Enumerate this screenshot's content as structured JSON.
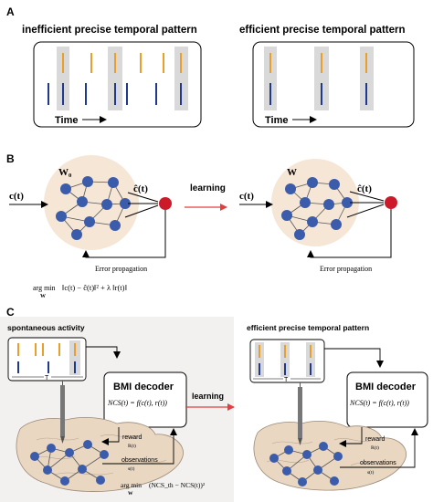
{
  "panels": {
    "a": {
      "letter": "A",
      "left_title": "inefficient precise temporal pattern",
      "right_title": "efficient precise temporal pattern",
      "time_label_left": "Time",
      "time_label_right": "Time"
    },
    "b": {
      "letter": "B",
      "input_left": "c(t)",
      "weights_left": "W₀",
      "output_left": "ĉ(t)",
      "learning": "learning",
      "input_right": "c(t)",
      "weights_right": "W",
      "output_right": "ĉ(t)",
      "error_left": "Error propagation",
      "error_right": "Error propagation",
      "formula_argmin": "arg min",
      "formula_sub": "W",
      "formula_body": "‖c(t) − ĉ(t)‖² + λ ‖r(t)‖"
    },
    "c": {
      "letter": "C",
      "left_title": "spontaneous activity",
      "right_title": "efficient precise temporal pattern",
      "t_left": "T",
      "t_right": "T",
      "decoder_left": "BMI decoder",
      "decoder_right": "BMI decoder",
      "ncs_left": "NCS(t) = f(c(t), r(t))",
      "ncs_right": "NCS(t) = f(c(t), r(t))",
      "learning": "learning",
      "reward_left": "reward",
      "reward_sub_left": "R(t)",
      "obs_left": "observations",
      "obs_sub_left": "s(t)",
      "reward_right": "reward",
      "reward_sub_right": "R(t)",
      "obs_right": "observations",
      "obs_sub_right": "s(t)",
      "formula_argmin": "arg min",
      "formula_sub": "W",
      "formula_body": "(NCS_th − NCS(t))²"
    }
  },
  "colors": {
    "orange_spike": "#e8a02a",
    "blue_spike": "#1f3a8a",
    "window_grey": "#d9d9d9",
    "node_blue": "#3b5bab",
    "network_bg": "#f5e6d6",
    "output_red": "#cc1a2a",
    "learning_arrow": "#e04040",
    "brain": "#ead7c1",
    "panel_c_bg": "#f3f1ef"
  }
}
